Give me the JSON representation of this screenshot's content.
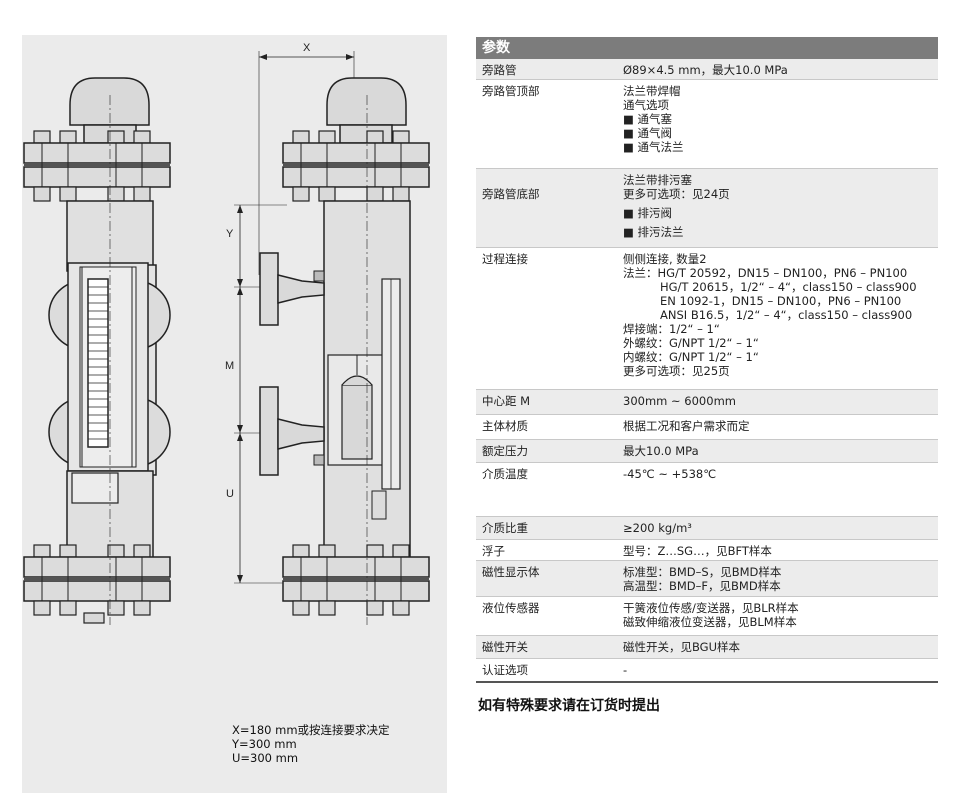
{
  "drawing": {
    "dim_x": "X",
    "dim_y": "Y",
    "dim_m": "M",
    "dim_u": "U",
    "notes": [
      "X=180 mm或按连接要求决定",
      "Y=300 mm",
      "U=300 mm"
    ]
  },
  "table": {
    "title": "参数",
    "rows": [
      {
        "key": "旁路管",
        "lines": [
          "Ø89×4.5 mm，最大10.0 MPa"
        ]
      },
      {
        "key": "旁路管顶部",
        "lines": [
          "法兰带焊帽",
          "通气选项",
          "■ 通气塞",
          "■ 通气阀",
          "■ 通气法兰"
        ]
      },
      {
        "key": "旁路管底部",
        "lines": [
          "法兰带排污塞",
          "更多可选项：见24页",
          "■ 排污阀",
          "■ 排污法兰"
        ]
      },
      {
        "key": "过程连接",
        "lines": [
          "侧侧连接, 数量2",
          "法兰：HG/T 20592，DN15 – DN100，PN6 – PN100",
          "HG/T 20615，1/2“ – 4“，class150 – class900",
          "EN 1092-1，DN15 – DN100，PN6 – PN100",
          "ANSI B16.5，1/2“ – 4“，class150 – class900",
          "焊接端：1/2“ – 1“",
          "外螺纹：G/NPT 1/2“ – 1“",
          "内螺纹：G/NPT 1/2“ – 1“",
          "更多可选项：见25页"
        ]
      },
      {
        "key": "中心距 M",
        "lines": [
          "300mm ~ 6000mm"
        ]
      },
      {
        "key": "主体材质",
        "lines": [
          "根据工况和客户需求而定"
        ]
      },
      {
        "key": "额定压力",
        "lines": [
          "最大10.0 MPa"
        ]
      },
      {
        "key": "介质温度",
        "lines": [
          "-45℃ ~ +538℃"
        ]
      },
      {
        "key": "介质比重",
        "lines": [
          "≥200 kg/m³"
        ]
      },
      {
        "key": "浮子",
        "lines": [
          "型号：Z…SG…，见BFT样本"
        ]
      },
      {
        "key": "磁性显示体",
        "lines": [
          "标准型：BMD–S，见BMD样本",
          "高温型：BMD–F，见BMD样本"
        ]
      },
      {
        "key": "液位传感器",
        "lines": [
          "干簧液位传感/变送器，见BLR样本",
          "磁致伸缩液位变送器，见BLM样本"
        ]
      },
      {
        "key": "磁性开关",
        "lines": [
          "磁性开关，见BGU样本"
        ]
      },
      {
        "key": "认证选项",
        "lines": [
          "-"
        ]
      }
    ]
  },
  "footer": "如有特殊要求请在订货时提出"
}
